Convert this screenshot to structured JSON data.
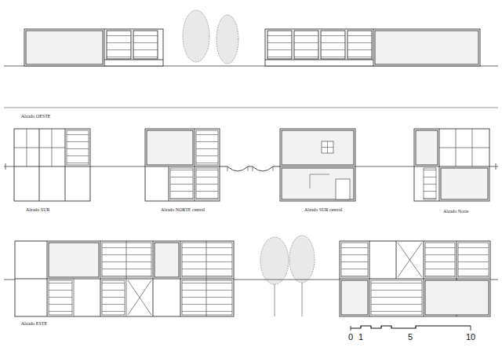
{
  "diagram": {
    "labels": [
      "Alzado OESTE",
      "Alzado SUR",
      "Alzado NORTE central",
      "Alzado SUR central",
      "Alzado Norte",
      "Alzado ESTE",
      "0",
      "1",
      "5",
      "10"
    ]
  }
}
